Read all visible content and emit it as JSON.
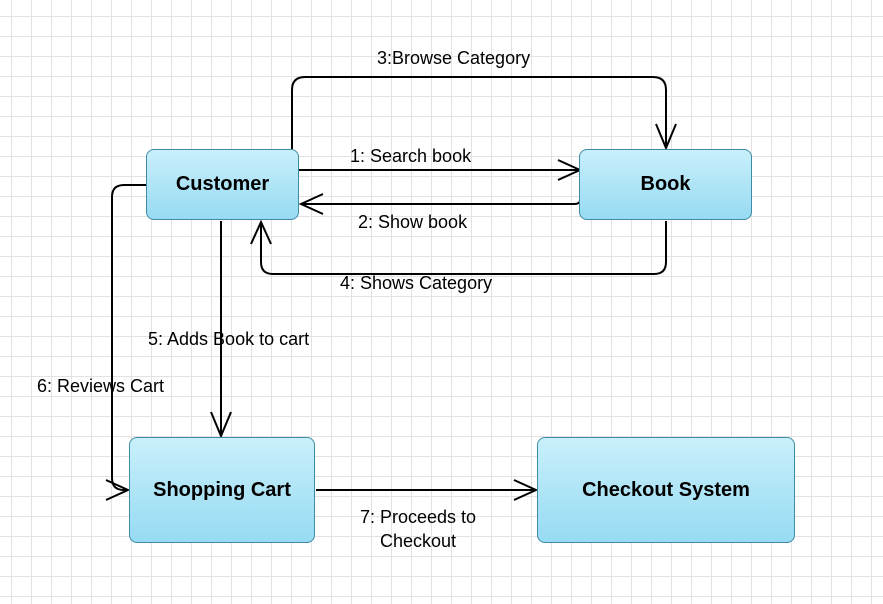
{
  "nodes": {
    "customer": "Customer",
    "book": "Book",
    "shopping_cart": "Shopping Cart",
    "checkout_system": "Checkout System"
  },
  "edges": {
    "e1": "1: Search book",
    "e2": "2: Show book",
    "e3": "3:Browse Category",
    "e4": "4: Shows Category",
    "e5": "5: Adds Book to cart",
    "e6": "6: Reviews Cart",
    "e7_line1": "7: Proceeds to",
    "e7_line2": "Checkout"
  },
  "colors": {
    "node_fill_top": "#c9f0fb",
    "node_fill_bottom": "#97dbf3",
    "node_border": "#3f8aa7",
    "grid": "#e2e2e2"
  }
}
